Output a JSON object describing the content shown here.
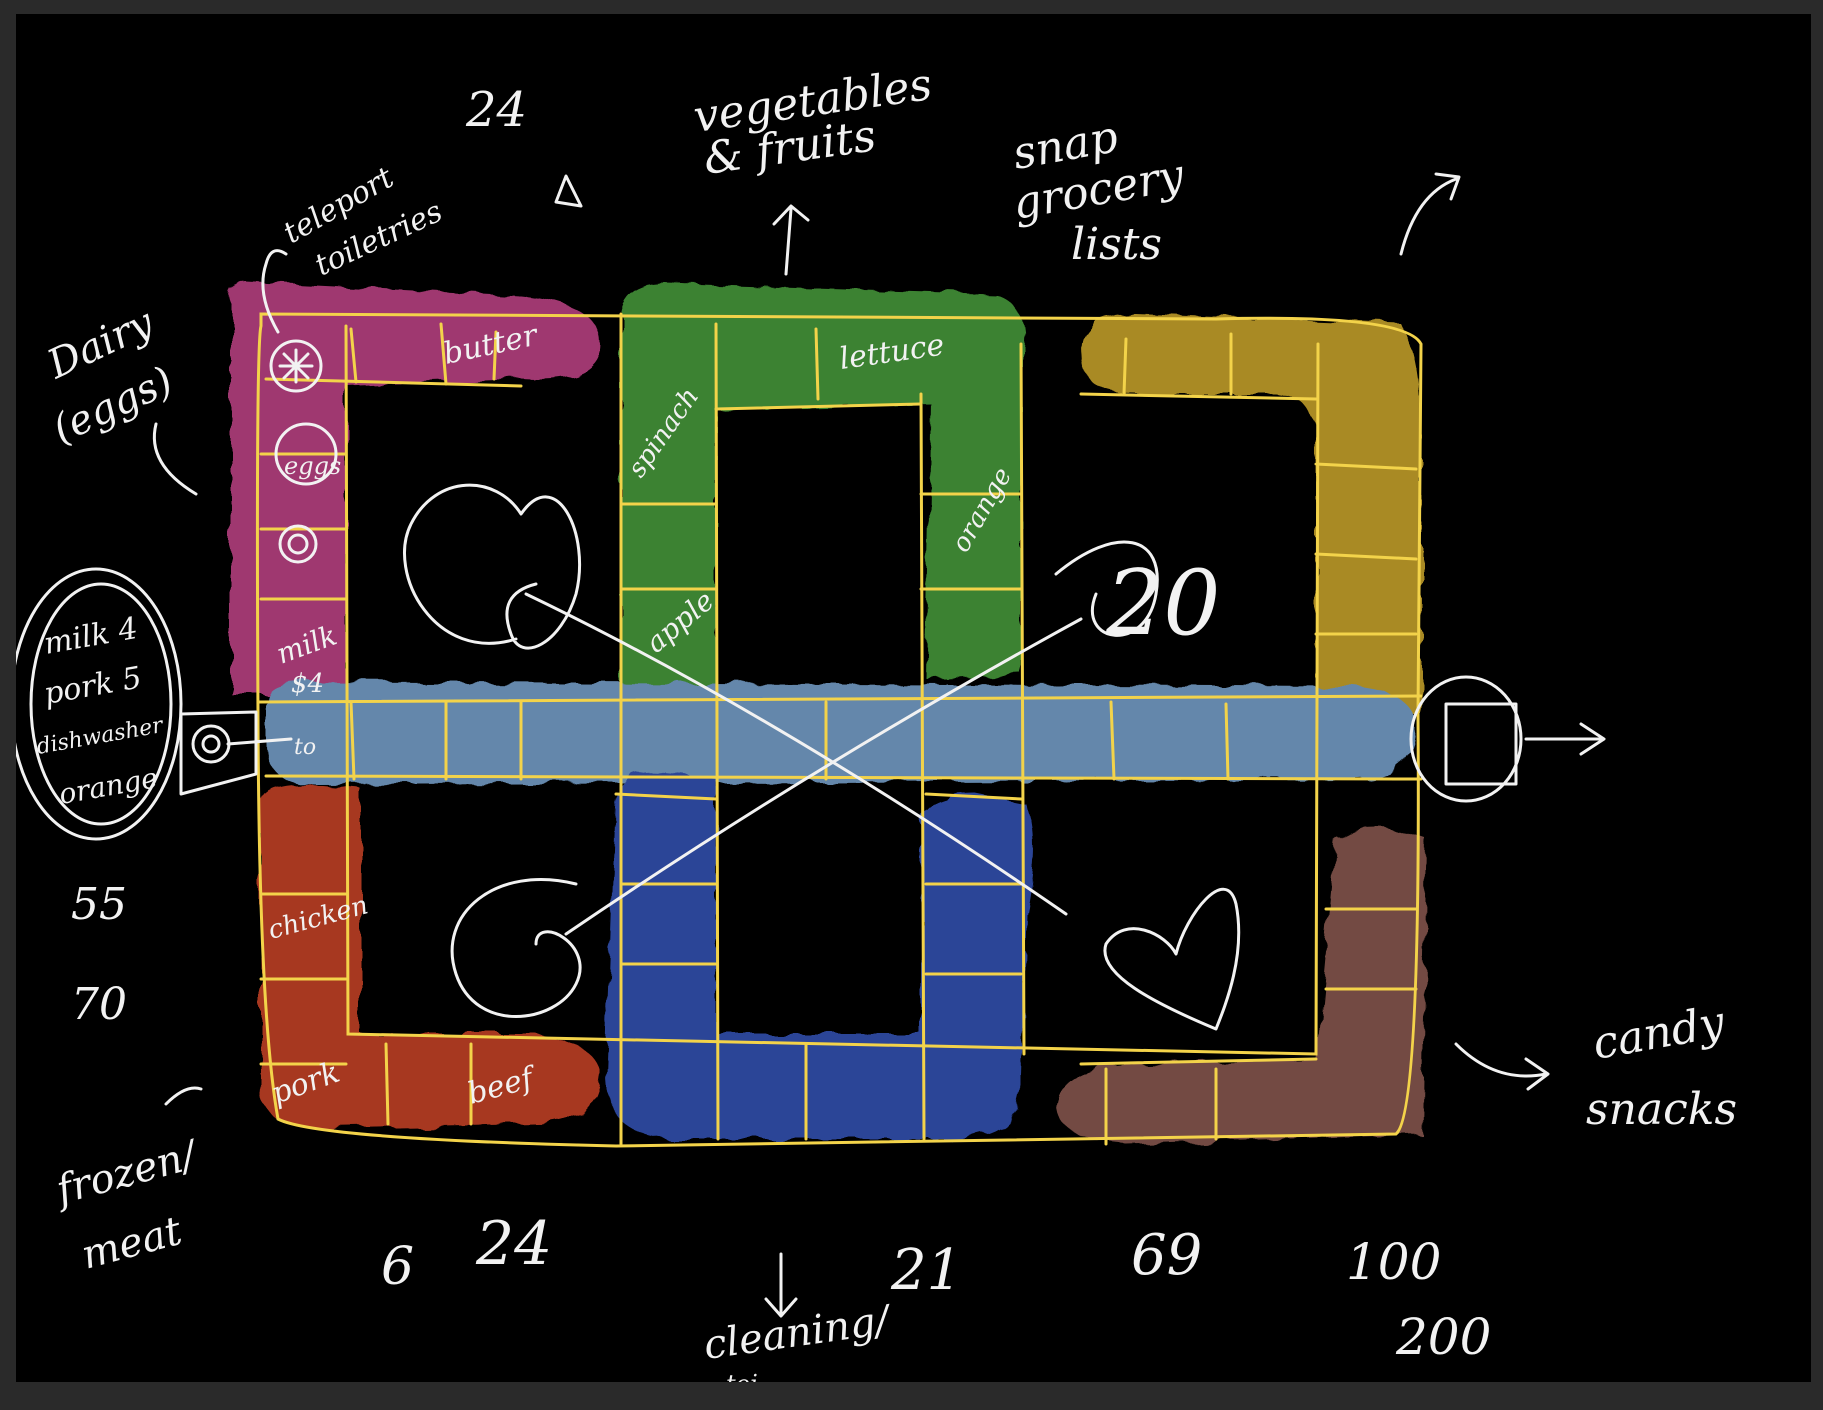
{
  "canvas": {
    "background": "#000000",
    "frame": "#2a2a2a"
  },
  "colors": {
    "dairy": "#a83a76",
    "produce": "#3f8a34",
    "snacks": "#b39226",
    "aisle": "#6a8fb5",
    "meat": "#b03a24",
    "cleaning": "#2f4aa0",
    "candy": "#7a5046",
    "grid": "#f3d34a",
    "ink": "#f2f2f2"
  },
  "annotations": {
    "top_24": "24",
    "vegetables": "vegetables",
    "and_fruits": "& fruits",
    "snap": "snap",
    "grocery": "grocery",
    "lists": "lists",
    "teleport": "teleport",
    "toiletries": "toiletries",
    "dairy": "Dairy",
    "eggs_paren": "(eggs)",
    "milk_note": "milk 4",
    "pork_note": "pork 5",
    "dishwasher_note": "dishwasher",
    "orange_note": "orange",
    "n_55": "55",
    "n_70": "70",
    "frozen": "frozen/",
    "meat": "meat",
    "bottom_6": "6",
    "bottom_24": "24",
    "bottom_21": "21",
    "cleaning": "cleaning/",
    "toi": "toi",
    "bottom_69": "69",
    "bottom_100": "100",
    "bottom_200": "200",
    "candy": "candy",
    "snacks": "snacks",
    "number_20": "20"
  },
  "cells": {
    "butter": "butter",
    "lettuce": "lettuce",
    "spinach": "spinach",
    "orange": "orange",
    "apple": "apple",
    "eggs": "eggs",
    "milk": "milk",
    "milk_price": "$4",
    "chicken": "chicken",
    "pork": "pork",
    "beef": "beef",
    "aisle_to": "to"
  },
  "icons": [
    "asterisk-icon",
    "spiral-icon",
    "heart-doodle-icon",
    "arrow-icon",
    "triangle-icon",
    "cart-wheel-icon",
    "flag-icon"
  ]
}
